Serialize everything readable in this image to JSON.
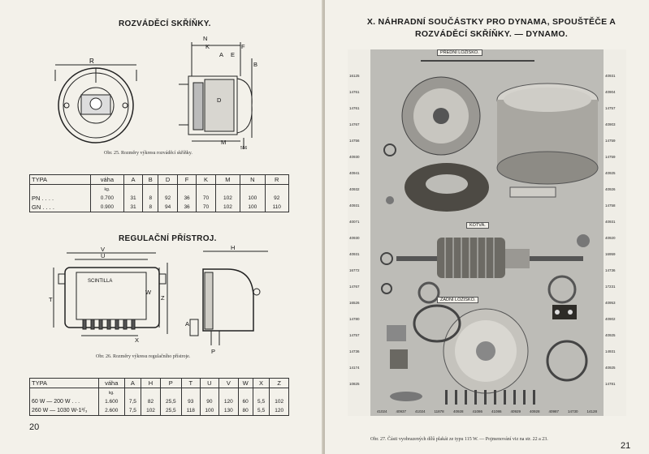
{
  "left_page": {
    "title_switchbox": "ROZVÁDĚCÍ SKŘÍŇKY.",
    "fig25_caption": "Obr. 25.  Rozměry výkresu rozváděcí skříňky.",
    "fig25_labels": [
      "R",
      "N",
      "K",
      "A",
      "E",
      "F",
      "B",
      "D",
      "M",
      "556"
    ],
    "table1": {
      "headers": [
        "TYPA",
        "váha",
        "A",
        "B",
        "D",
        "F",
        "K",
        "M",
        "N",
        "R"
      ],
      "unit": "kg.",
      "rows": [
        [
          "PN . . . .",
          "0.700",
          "31",
          "8",
          "92",
          "36",
          "70",
          "102",
          "100",
          "92"
        ],
        [
          "GN . . . .",
          "0.900",
          "31",
          "8",
          "94",
          "36",
          "70",
          "102",
          "100",
          "110"
        ]
      ]
    },
    "title_regulator": "REGULAČNÍ PŘÍSTROJ.",
    "fig26_caption": "Obr. 26.  Rozměry výkresu regulačního přístroje.",
    "fig26_labels": [
      "V",
      "U",
      "T",
      "W",
      "Z",
      "H",
      "A",
      "P",
      "X",
      "SCINTILLA"
    ],
    "table2": {
      "headers": [
        "TYPA",
        "váha",
        "A",
        "H",
        "P",
        "T",
        "U",
        "V",
        "W",
        "X",
        "Z"
      ],
      "unit": "kg.",
      "rows": [
        [
          "60 W — 200 W . . .",
          "1.600",
          "7,5",
          "82",
          "25,5",
          "93",
          "90",
          "120",
          "60",
          "5,5",
          "102"
        ],
        [
          "260 W — 1030 W-1²/₃",
          "2.600",
          "7,5",
          "102",
          "25,5",
          "118",
          "100",
          "130",
          "80",
          "5,5",
          "120"
        ]
      ]
    },
    "page_number": "20"
  },
  "right_page": {
    "title": "X. NÁHRADNÍ SOUČÁSTKY PRO DYNAMA, SPOUŠTĚČE A ROZVÁDĚCÍ SKŘÍŇKY. — DYNAMO.",
    "photo_labels": {
      "front": "PŘEDNÍ LOŽISKO.",
      "kotva": "KOTVA.",
      "rear": "ZADNÍ LOŽISKO."
    },
    "left_numbers": [
      "16125",
      "14761",
      "14761",
      "14767",
      "14756",
      "40930",
      "40941",
      "40932",
      "40931",
      "40071",
      "40930",
      "40931",
      "16772",
      "14767",
      "16526",
      "14780",
      "14757",
      "14736",
      "14174",
      "10825"
    ],
    "right_numbers": [
      "40931",
      "40904",
      "14757",
      "40903",
      "14759",
      "14759",
      "40925",
      "40926",
      "14758",
      "40931",
      "40920",
      "16959",
      "14736",
      "17231",
      "40953",
      "40902",
      "40925",
      "14931",
      "40925",
      "14781"
    ],
    "bottom_numbers": [
      "41024",
      "40937",
      "41024",
      "11878",
      "40928",
      "41086",
      "41086",
      "40929",
      "40928",
      "40987",
      "14730",
      "14128"
    ],
    "caption": "Obr. 27.  Části vyobrazených dílů plakát ze typu 115 W. — Pojmenování viz na str. 22 a 23.",
    "page_number": "21"
  }
}
